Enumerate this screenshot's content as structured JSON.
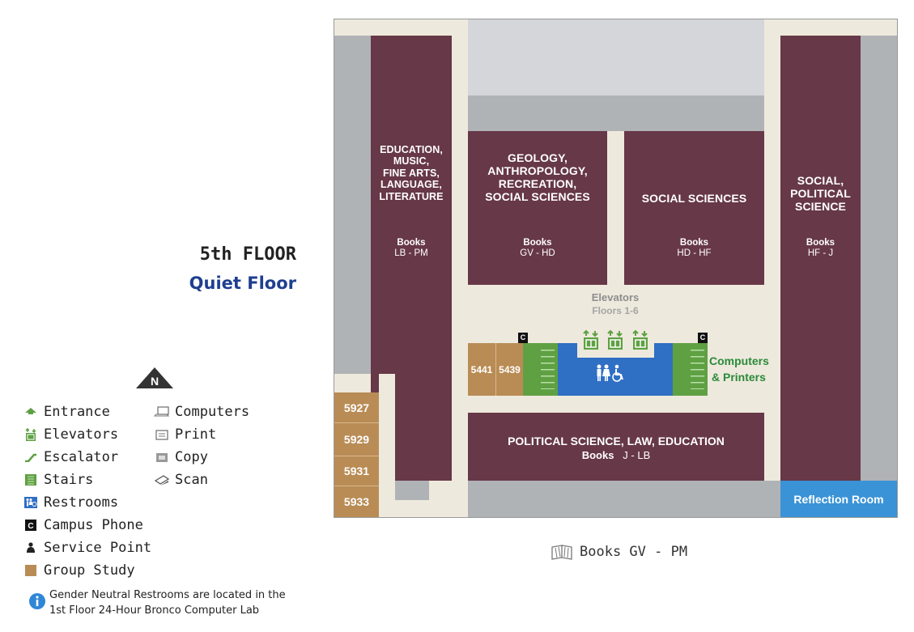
{
  "heading": {
    "floor": "5th FLOOR",
    "subtitle": "Quiet Floor"
  },
  "compass": {
    "letter": "N"
  },
  "sections": {
    "education": {
      "title_lines": [
        "EDUCATION,",
        "MUSIC,",
        "FINE ARTS,",
        "LANGUAGE,",
        "LITERATURE"
      ],
      "books": "Books",
      "range": "LB - PM"
    },
    "geology": {
      "title_lines": [
        "GEOLOGY,",
        "ANTHROPOLOGY,",
        "RECREATION,",
        "SOCIAL SCIENCES"
      ],
      "books": "Books",
      "range": "GV - HD"
    },
    "social_sciences": {
      "title": "SOCIAL SCIENCES",
      "books": "Books",
      "range": "HD - HF"
    },
    "social_political": {
      "title_lines": [
        "SOCIAL,",
        "POLITICAL",
        "SCIENCE"
      ],
      "books": "Books",
      "range": "HF - J"
    },
    "political_law": {
      "title": "POLITICAL SCIENCE, LAW, EDUCATION",
      "books": "Books",
      "range": "J - LB"
    }
  },
  "elevators": {
    "label": "Elevators",
    "floors": "Floors 1-6"
  },
  "computers_printers": {
    "line1": "Computers",
    "line2": "& Printers"
  },
  "rooms": {
    "group_study": [
      "5927",
      "5929",
      "5931",
      "5933"
    ],
    "r5441": "5441",
    "r5439": "5439",
    "reflection": "Reflection Room"
  },
  "books_note": "Books GV - PM",
  "legend": {
    "left": [
      "Entrance",
      "Elevators",
      "Escalator",
      "Stairs",
      "Restrooms",
      "Campus Phone",
      "Service Point",
      "Group Study"
    ],
    "right": [
      "Computers",
      "Print",
      "Copy",
      "Scan"
    ]
  },
  "info_note": {
    "line1": "Gender Neutral Restrooms are located in the",
    "line2": "1st Floor 24-Hour Bronco Computer Lab"
  },
  "colors": {
    "stacks": "#673847",
    "corridor": "#eee9dd",
    "group_study": "#b98c55",
    "stairs": "#5fa043",
    "restrooms": "#2f6fc4",
    "reflection": "#3a93d6",
    "subtitle": "#1f3f8f",
    "computers_text": "#2a8a3a"
  }
}
